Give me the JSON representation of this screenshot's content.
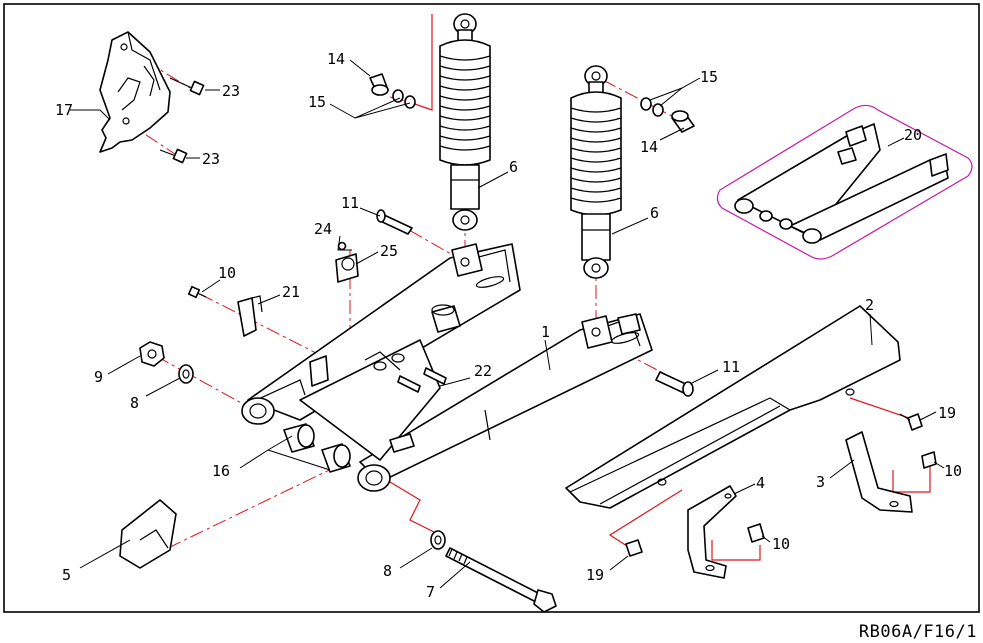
{
  "diagram": {
    "drawing_code": "RB06A/F16/1",
    "callouts": {
      "p1": "1",
      "p2": "2",
      "p3": "3",
      "p4": "4",
      "p5": "5",
      "p6a": "6",
      "p6b": "6",
      "p7": "7",
      "p8a": "8",
      "p8b": "8",
      "p9": "9",
      "p10a": "10",
      "p10b": "10",
      "p10c": "10",
      "p11a": "11",
      "p11b": "11",
      "p14a": "14",
      "p14b": "14",
      "p15a": "15",
      "p15b": "15",
      "p16": "16",
      "p17": "17",
      "p19a": "19",
      "p19b": "19",
      "p20": "20",
      "p21": "21",
      "p22": "22",
      "p23a": "23",
      "p23b": "23",
      "p24": "24",
      "p25": "25"
    },
    "colors": {
      "line": "#000000",
      "axis": "#e0141e",
      "kit_outline": "#c51aa6",
      "background": "#ffffff"
    }
  }
}
